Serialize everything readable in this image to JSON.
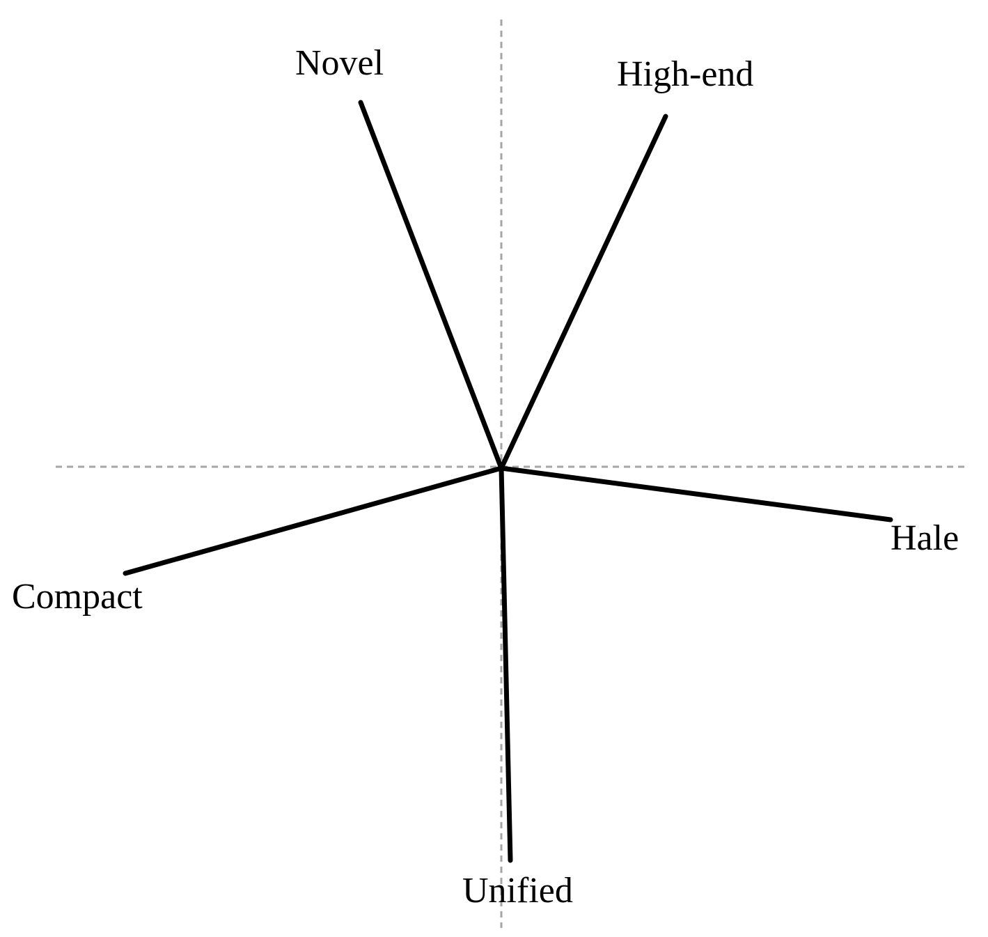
{
  "diagram": {
    "type": "radial-spokes",
    "colors": {
      "background": "#ffffff",
      "spoke": "#000000",
      "guide": "#a6a6a6",
      "label": "#000000"
    },
    "guides": {
      "style": "dashed",
      "axes": [
        "horizontal",
        "vertical"
      ]
    },
    "spokes": [
      {
        "id": "novel",
        "label": "Novel"
      },
      {
        "id": "high-end",
        "label": "High-end"
      },
      {
        "id": "hale",
        "label": "Hale"
      },
      {
        "id": "unified",
        "label": "Unified"
      },
      {
        "id": "compact",
        "label": "Compact"
      }
    ]
  }
}
